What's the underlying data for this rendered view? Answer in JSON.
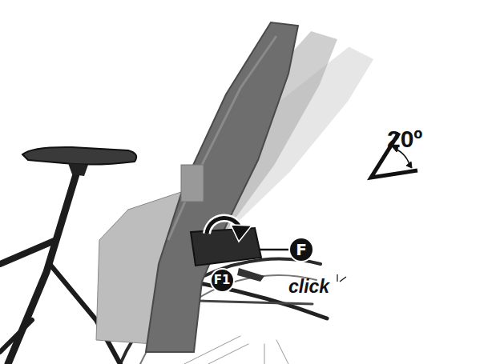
{
  "diagram": {
    "nodes": [
      {
        "text": [
          "F"
        ]
      },
      {
        "text": [
          "F1"
        ]
      }
    ],
    "labels": [
      "20º",
      "click"
    ]
  }
}
